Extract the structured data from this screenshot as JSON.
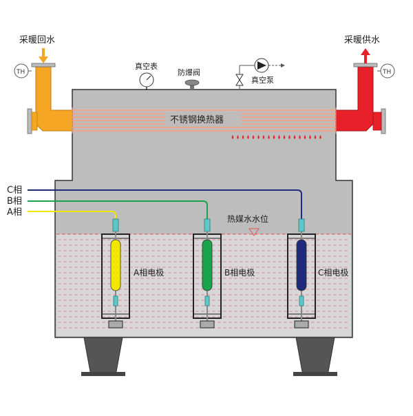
{
  "labels": {
    "return_water": "采暖回水",
    "supply_water": "采暖供水",
    "vacuum_gauge": "真空表",
    "explosion_valve": "防爆阀",
    "vacuum_pump": "真空泵",
    "heat_exchanger": "不锈钢换热器",
    "water_level": "热媒水水位",
    "phase_c": "C相",
    "phase_b": "B相",
    "phase_a": "A相",
    "electrode_a": "A相电极",
    "electrode_b": "B相电极",
    "electrode_c": "C相电极",
    "th_left": "TH",
    "th_right": "TH"
  },
  "colors": {
    "vessel_fill": "#bdbdbd",
    "vessel_stroke": "#333333",
    "return_pipe": "#f5a623",
    "supply_pipe": "#e8202a",
    "exchanger_line": "#f0a58a",
    "water_line": "#e85050",
    "wire_c": "#1e2a7a",
    "wire_b": "#1aa34a",
    "wire_a": "#f2e600",
    "electrode_a": "#f2e600",
    "electrode_b": "#1aa34a",
    "electrode_c": "#1e2a7a",
    "insulator": "#5ec8c8",
    "support": "#555555"
  },
  "icons": {
    "return_arrow": "arrow-down-icon",
    "supply_arrow": "arrow-up-icon",
    "gauge": "pressure-gauge-icon",
    "valve": "explosion-valve-icon",
    "pump": "vacuum-pump-icon",
    "level_marker": "water-level-triangle-icon"
  }
}
